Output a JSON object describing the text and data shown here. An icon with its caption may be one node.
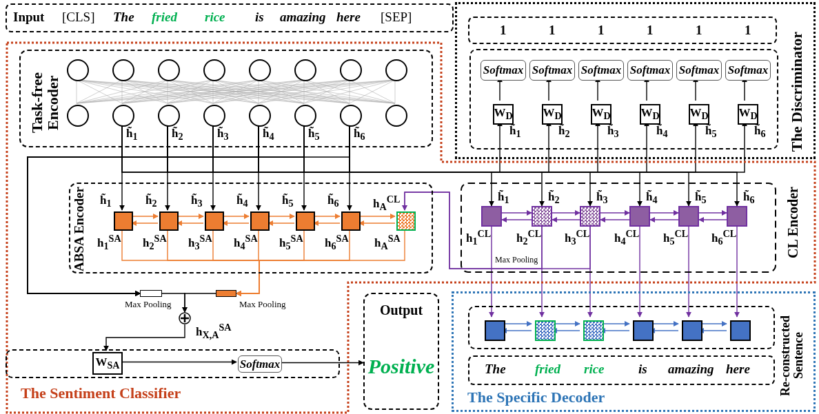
{
  "diagram": {
    "nodes": [
      {
        "text": [
          "Input",
          "[CLS]",
          "The",
          "fried",
          "rice",
          "is",
          "amazing",
          "here",
          "[SEP]"
        ]
      },
      {
        "text": [
          "The Sentiment Classifier"
        ]
      },
      {
        "text": [
          "Task-free Encoder"
        ],
        "in": 1
      },
      {
        "text": [],
        "shape": "circle",
        "in": 2
      },
      {
        "text": [],
        "shape": "circle",
        "in": 2
      },
      {
        "text": [],
        "shape": "circle",
        "in": 2
      },
      {
        "text": [],
        "shape": "circle",
        "in": 2
      },
      {
        "text": [],
        "shape": "circle",
        "in": 2
      },
      {
        "text": [],
        "shape": "circle",
        "in": 2
      },
      {
        "text": [],
        "shape": "circle",
        "in": 2
      },
      {
        "text": [],
        "shape": "circle",
        "in": 2
      },
      {
        "text": [],
        "shape": "circle",
        "in": 2
      },
      {
        "text": [],
        "shape": "circle",
        "in": 2,
        "beside": [
          "h̃$_{1}$"
        ]
      },
      {
        "text": [],
        "shape": "circle",
        "in": 2,
        "beside": [
          "h̃$_{2}$"
        ]
      },
      {
        "text": [],
        "shape": "circle",
        "in": 2,
        "beside": [
          "h̃$_{3}$"
        ]
      },
      {
        "text": [],
        "shape": "circle",
        "in": 2,
        "beside": [
          "h̃$_{4}$"
        ]
      },
      {
        "text": [],
        "shape": "circle",
        "in": 2,
        "beside": [
          "h̃$_{5}$"
        ]
      },
      {
        "text": [],
        "shape": "circle",
        "in": 2,
        "beside": [
          "h̃$_{6}$"
        ]
      },
      {
        "text": [],
        "shape": "circle",
        "in": 2
      },
      {
        "text": [
          "ABSA Encoder"
        ],
        "in": 1
      },
      {
        "text": [],
        "shape": "box",
        "in": 19,
        "beside": [
          "h̃$_{1}$",
          "h$_{1}$$^{SA}$"
        ]
      },
      {
        "text": [],
        "shape": "box",
        "in": 19,
        "beside": [
          "h̃$_{2}$",
          "h$_{2}$$^{SA}$"
        ]
      },
      {
        "text": [],
        "shape": "box",
        "in": 19,
        "beside": [
          "h̃$_{3}$",
          "h$_{3}$$^{SA}$"
        ]
      },
      {
        "text": [],
        "shape": "box",
        "in": 19,
        "beside": [
          "h̃$_{4}$",
          "h$_{4}$$^{SA}$"
        ]
      },
      {
        "text": [],
        "shape": "box",
        "in": 19,
        "beside": [
          "h̃$_{5}$",
          "h$_{5}$$^{SA}$"
        ]
      },
      {
        "text": [],
        "shape": "box",
        "in": 19,
        "beside": [
          "h̃$_{6}$",
          "h$_{6}$$^{SA}$"
        ]
      },
      {
        "text": [],
        "shape": "box",
        "in": 19,
        "beside": [
          "h$_{A}$$^{CL}$",
          "h$_{A}$$^{SA}$"
        ]
      },
      {
        "text": [],
        "shape": "box",
        "in": 1,
        "beside": [
          "Max Pooling"
        ]
      },
      {
        "text": [],
        "shape": "box",
        "in": 1,
        "beside": [
          "Max Pooling"
        ]
      },
      {
        "text": [],
        "shape": "circle",
        "in": 1
      },
      {
        "text": [],
        "shape": "box",
        "in": 1
      },
      {
        "text": [
          "W$_{SA}$"
        ],
        "in": 30
      },
      {
        "text": [
          "Softmax"
        ],
        "in": 30
      },
      {
        "text": [
          "CL Encoder"
        ],
        "in": 1
      },
      {
        "text": [],
        "shape": "box",
        "in": 33,
        "beside": [
          "h̃$_{1}$",
          "h$_{1}$$^{CL}$"
        ]
      },
      {
        "text": [],
        "shape": "box",
        "in": 33,
        "beside": [
          "h̃$_{2}$",
          "h$_{2}$$^{CL}$"
        ]
      },
      {
        "text": [],
        "shape": "box",
        "in": 33,
        "beside": [
          "h̃$_{3}$",
          "h$_{3}$$^{CL}$"
        ]
      },
      {
        "text": [],
        "shape": "box",
        "in": 33,
        "beside": [
          "h̃$_{4}$",
          "h$_{4}$$^{CL}$"
        ]
      },
      {
        "text": [],
        "shape": "box",
        "in": 33,
        "beside": [
          "h̃$_{5}$",
          "h$_{5}$$^{CL}$"
        ]
      },
      {
        "text": [],
        "shape": "box",
        "in": 33,
        "beside": [
          "h̃$_{6}$",
          "h$_{6}$$^{CL}$"
        ]
      },
      {
        "text": [
          "Output",
          "Positive"
        ]
      },
      {
        "text": [
          "The Discriminator"
        ]
      },
      {
        "text": [
          "1",
          "1",
          "1",
          "1",
          "1",
          "1"
        ],
        "in": 41
      },
      {
        "text": [],
        "shape": "box",
        "in": 41
      },
      {
        "text": [
          "Softmax"
        ],
        "in": 43
      },
      {
        "text": [
          "Softmax"
        ],
        "in": 43
      },
      {
        "text": [
          "Softmax"
        ],
        "in": 43
      },
      {
        "text": [
          "Softmax"
        ],
        "in": 43
      },
      {
        "text": [
          "Softmax"
        ],
        "in": 43
      },
      {
        "text": [
          "Softmax"
        ],
        "in": 43
      },
      {
        "text": [
          "W$_{D}$"
        ],
        "in": 43,
        "beside": [
          "h̃$_{1}$"
        ]
      },
      {
        "text": [
          "W$_{D}$"
        ],
        "in": 43,
        "beside": [
          "h̃$_{2}$"
        ]
      },
      {
        "text": [
          "W$_{D}$"
        ],
        "in": 43,
        "beside": [
          "h̃$_{3}$"
        ]
      },
      {
        "text": [
          "W$_{D}$"
        ],
        "in": 43,
        "beside": [
          "h̃$_{4}$"
        ]
      },
      {
        "text": [
          "W$_{D}$"
        ],
        "in": 43,
        "beside": [
          "h̃$_{5}$"
        ]
      },
      {
        "text": [
          "W$_{D}$"
        ],
        "in": 43,
        "beside": [
          "h̃$_{6}$"
        ]
      },
      {
        "text": [
          "The Specific Decoder"
        ]
      },
      {
        "text": [],
        "shape": "box",
        "in": 56
      },
      {
        "text": [],
        "shape": "box",
        "in": 57
      },
      {
        "text": [],
        "shape": "box",
        "in": 57
      },
      {
        "text": [],
        "shape": "box",
        "in": 57
      },
      {
        "text": [],
        "shape": "box",
        "in": 57
      },
      {
        "text": [],
        "shape": "box",
        "in": 57
      },
      {
        "text": [],
        "shape": "box",
        "in": 57
      },
      {
        "text": [
          "The",
          "fried",
          "rice",
          "is",
          "amazing",
          "here"
        ],
        "in": 56,
        "beside": [
          "Re-constructed Sentence"
        ]
      }
    ],
    "edges": [
      {
        "from": 3,
        "to": 11,
        "arrow": "none",
        "color": "#b0b0b0"
      },
      {
        "from": 3,
        "to": 12,
        "arrow": "none",
        "color": "#b0b0b0"
      },
      {
        "from": 3,
        "to": 13,
        "arrow": "none",
        "color": "#b0b0b0"
      },
      {
        "from": 3,
        "to": 14,
        "arrow": "none",
        "color": "#b0b0b0"
      },
      {
        "from": 3,
        "to": 15,
        "arrow": "none",
        "color": "#b0b0b0"
      },
      {
        "from": 3,
        "to": 16,
        "arrow": "none",
        "color": "#b0b0b0"
      },
      {
        "from": 3,
        "to": 17,
        "arrow": "none",
        "color": "#b0b0b0"
      },
      {
        "from": 3,
        "to": 18,
        "arrow": "none",
        "color": "#b0b0b0"
      },
      {
        "from": 4,
        "to": 11,
        "arrow": "none",
        "color": "#b0b0b0"
      },
      {
        "from": 4,
        "to": 12,
        "arrow": "none",
        "color": "#b0b0b0"
      },
      {
        "from": 4,
        "to": 13,
        "arrow": "none",
        "color": "#b0b0b0"
      },
      {
        "from": 4,
        "to": 14,
        "arrow": "none",
        "color": "#b0b0b0"
      },
      {
        "from": 4,
        "to": 15,
        "arrow": "none",
        "color": "#b0b0b0"
      },
      {
        "from": 4,
        "to": 16,
        "arrow": "none",
        "color": "#b0b0b0"
      },
      {
        "from": 4,
        "to": 17,
        "arrow": "none",
        "color": "#b0b0b0"
      },
      {
        "from": 4,
        "to": 18,
        "arrow": "none",
        "color": "#b0b0b0"
      },
      {
        "from": 5,
        "to": 11,
        "arrow": "none",
        "color": "#b0b0b0"
      },
      {
        "from": 5,
        "to": 12,
        "arrow": "none",
        "color": "#b0b0b0"
      },
      {
        "from": 5,
        "to": 13,
        "arrow": "none",
        "color": "#b0b0b0"
      },
      {
        "from": 5,
        "to": 14,
        "arrow": "none",
        "color": "#b0b0b0"
      },
      {
        "from": 5,
        "to": 15,
        "arrow": "none",
        "color": "#b0b0b0"
      },
      {
        "from": 5,
        "to": 16,
        "arrow": "none",
        "color": "#b0b0b0"
      },
      {
        "from": 5,
        "to": 17,
        "arrow": "none",
        "color": "#b0b0b0"
      },
      {
        "from": 5,
        "to": 18,
        "arrow": "none",
        "color": "#b0b0b0"
      },
      {
        "from": 6,
        "to": 11,
        "arrow": "none",
        "color": "#b0b0b0"
      },
      {
        "from": 6,
        "to": 12,
        "arrow": "none",
        "color": "#b0b0b0"
      },
      {
        "from": 6,
        "to": 13,
        "arrow": "none",
        "color": "#b0b0b0"
      },
      {
        "from": 6,
        "to": 14,
        "arrow": "none",
        "color": "#b0b0b0"
      },
      {
        "from": 6,
        "to": 15,
        "arrow": "none",
        "color": "#b0b0b0"
      },
      {
        "from": 6,
        "to": 16,
        "arrow": "none",
        "color": "#b0b0b0"
      },
      {
        "from": 6,
        "to": 17,
        "arrow": "none",
        "color": "#b0b0b0"
      },
      {
        "from": 6,
        "to": 18,
        "arrow": "none",
        "color": "#b0b0b0"
      },
      {
        "from": 7,
        "to": 11,
        "arrow": "none",
        "color": "#b0b0b0"
      },
      {
        "from": 7,
        "to": 12,
        "arrow": "none",
        "color": "#b0b0b0"
      },
      {
        "from": 7,
        "to": 13,
        "arrow": "none",
        "color": "#b0b0b0"
      },
      {
        "from": 7,
        "to": 14,
        "arrow": "none",
        "color": "#b0b0b0"
      },
      {
        "from": 7,
        "to": 15,
        "arrow": "none",
        "color": "#b0b0b0"
      },
      {
        "from": 7,
        "to": 16,
        "arrow": "none",
        "color": "#b0b0b0"
      },
      {
        "from": 7,
        "to": 17,
        "arrow": "none",
        "color": "#b0b0b0"
      },
      {
        "from": 7,
        "to": 18,
        "arrow": "none",
        "color": "#b0b0b0"
      },
      {
        "from": 8,
        "to": 11,
        "arrow": "none",
        "color": "#b0b0b0"
      },
      {
        "from": 8,
        "to": 12,
        "arrow": "none",
        "color": "#b0b0b0"
      },
      {
        "from": 8,
        "to": 13,
        "arrow": "none",
        "color": "#b0b0b0"
      },
      {
        "from": 8,
        "to": 14,
        "arrow": "none",
        "color": "#b0b0b0"
      },
      {
        "from": 8,
        "to": 15,
        "arrow": "none",
        "color": "#b0b0b0"
      },
      {
        "from": 8,
        "to": 16,
        "arrow": "none",
        "color": "#b0b0b0"
      },
      {
        "from": 8,
        "to": 17,
        "arrow": "none",
        "color": "#b0b0b0"
      },
      {
        "from": 8,
        "to": 18,
        "arrow": "none",
        "color": "#b0b0b0"
      },
      {
        "from": 9,
        "to": 11,
        "arrow": "none",
        "color": "#b0b0b0"
      },
      {
        "from": 9,
        "to": 12,
        "arrow": "none",
        "color": "#b0b0b0"
      },
      {
        "from": 9,
        "to": 13,
        "arrow": "none",
        "color": "#b0b0b0"
      },
      {
        "from": 9,
        "to": 14,
        "arrow": "none",
        "color": "#b0b0b0"
      },
      {
        "from": 9,
        "to": 15,
        "arrow": "none",
        "color": "#b0b0b0"
      },
      {
        "from": 9,
        "to": 16,
        "arrow": "none",
        "color": "#b0b0b0"
      },
      {
        "from": 9,
        "to": 17,
        "arrow": "none",
        "color": "#b0b0b0"
      },
      {
        "from": 9,
        "to": 18,
        "arrow": "none",
        "color": "#b0b0b0"
      },
      {
        "from": 10,
        "to": 11,
        "arrow": "none",
        "color": "#b0b0b0"
      },
      {
        "from": 10,
        "to": 12,
        "arrow": "none",
        "color": "#b0b0b0"
      },
      {
        "from": 10,
        "to": 13,
        "arrow": "none",
        "color": "#b0b0b0"
      },
      {
        "from": 10,
        "to": 14,
        "arrow": "none",
        "color": "#b0b0b0"
      },
      {
        "from": 10,
        "to": 15,
        "arrow": "none",
        "color": "#b0b0b0"
      },
      {
        "from": 10,
        "to": 16,
        "arrow": "none",
        "color": "#b0b0b0"
      },
      {
        "from": 10,
        "to": 17,
        "arrow": "none",
        "color": "#b0b0b0"
      },
      {
        "from": 10,
        "to": 18,
        "arrow": "none",
        "color": "#b0b0b0"
      },
      {
        "from": 12,
        "to": 20,
        "arrow": "to",
        "color": "#000000"
      },
      {
        "from": 13,
        "to": 21,
        "arrow": "to",
        "color": "#000000"
      },
      {
        "from": 14,
        "to": 22,
        "arrow": "to",
        "color": "#000000"
      },
      {
        "from": 15,
        "to": 23,
        "arrow": "to",
        "color": "#000000"
      },
      {
        "from": 16,
        "to": 24,
        "arrow": "to",
        "color": "#000000"
      },
      {
        "from": 17,
        "to": 25,
        "arrow": "to",
        "color": "#000000"
      },
      {
        "from": 12,
        "to": 27,
        "arrow": "to",
        "color": "#000000"
      },
      {
        "from": 13,
        "to": 27,
        "arrow": "to",
        "color": "#000000"
      },
      {
        "from": 14,
        "to": 27,
        "arrow": "to",
        "color": "#000000"
      },
      {
        "from": 15,
        "to": 27,
        "arrow": "to",
        "color": "#000000"
      },
      {
        "from": 16,
        "to": 27,
        "arrow": "to",
        "color": "#000000"
      },
      {
        "from": 17,
        "to": 27,
        "arrow": "to",
        "color": "#000000"
      },
      {
        "from": 12,
        "to": 34,
        "arrow": "to",
        "color": "#000000"
      },
      {
        "from": 13,
        "to": 35,
        "arrow": "to",
        "color": "#000000"
      },
      {
        "from": 14,
        "to": 36,
        "arrow": "to",
        "color": "#000000"
      },
      {
        "from": 15,
        "to": 37,
        "arrow": "to",
        "color": "#000000"
      },
      {
        "from": 16,
        "to": 38,
        "arrow": "to",
        "color": "#000000"
      },
      {
        "from": 17,
        "to": 39,
        "arrow": "to",
        "color": "#000000"
      },
      {
        "from": 12,
        "to": 50,
        "arrow": "to",
        "color": "#000000"
      },
      {
        "from": 13,
        "to": 51,
        "arrow": "to",
        "color": "#000000"
      },
      {
        "from": 14,
        "to": 52,
        "arrow": "to",
        "color": "#000000"
      },
      {
        "from": 15,
        "to": 53,
        "arrow": "to",
        "color": "#000000"
      },
      {
        "from": 16,
        "to": 54,
        "arrow": "to",
        "color": "#000000"
      },
      {
        "from": 17,
        "to": 55,
        "arrow": "to",
        "color": "#000000"
      },
      {
        "from": 20,
        "to": 21,
        "arrow": "to",
        "color": "#ed7d31"
      },
      {
        "from": 21,
        "to": 20,
        "arrow": "to",
        "color": "#ed7d31"
      },
      {
        "from": 21,
        "to": 22,
        "arrow": "to",
        "color": "#ed7d31"
      },
      {
        "from": 22,
        "to": 21,
        "arrow": "to",
        "color": "#ed7d31"
      },
      {
        "from": 22,
        "to": 23,
        "arrow": "to",
        "color": "#ed7d31"
      },
      {
        "from": 23,
        "to": 22,
        "arrow": "to",
        "color": "#ed7d31"
      },
      {
        "from": 23,
        "to": 24,
        "arrow": "to",
        "color": "#ed7d31"
      },
      {
        "from": 24,
        "to": 23,
        "arrow": "to",
        "color": "#ed7d31"
      },
      {
        "from": 24,
        "to": 25,
        "arrow": "to",
        "color": "#ed7d31"
      },
      {
        "from": 25,
        "to": 24,
        "arrow": "to",
        "color": "#ed7d31"
      },
      {
        "from": 25,
        "to": 26,
        "arrow": "to",
        "color": "#ed7d31"
      },
      {
        "from": 26,
        "to": 25,
        "arrow": "to",
        "color": "#ed7d31"
      },
      {
        "from": 20,
        "to": 28,
        "arrow": "to",
        "color": "#ed7d31"
      },
      {
        "from": 21,
        "to": 28,
        "arrow": "to",
        "color": "#ed7d31"
      },
      {
        "from": 22,
        "to": 28,
        "arrow": "to",
        "color": "#ed7d31"
      },
      {
        "from": 23,
        "to": 28,
        "arrow": "to",
        "color": "#ed7d31"
      },
      {
        "from": 24,
        "to": 28,
        "arrow": "to",
        "color": "#ed7d31"
      },
      {
        "from": 25,
        "to": 28,
        "arrow": "to",
        "color": "#ed7d31"
      },
      {
        "from": 26,
        "to": 28,
        "arrow": "to",
        "color": "#ed7d31"
      },
      {
        "from": 27,
        "to": 29,
        "arrow": "to",
        "color": "#000000"
      },
      {
        "from": 28,
        "to": 29,
        "arrow": "to",
        "color": "#000000"
      },
      {
        "from": 29,
        "to": 31,
        "arrow": "to",
        "label": "h$_{X,A}$$^{SA}$",
        "color": "#000000"
      },
      {
        "from": 31,
        "to": 32,
        "arrow": "to",
        "color": "#000000"
      },
      {
        "from": 32,
        "to": 40,
        "arrow": "to",
        "color": "#000000"
      },
      {
        "from": 34,
        "to": 35,
        "arrow": "to",
        "color": "#7030a0"
      },
      {
        "from": 35,
        "to": 34,
        "arrow": "to",
        "color": "#7030a0"
      },
      {
        "from": 35,
        "to": 36,
        "arrow": "to",
        "color": "#7030a0"
      },
      {
        "from": 36,
        "to": 35,
        "arrow": "to",
        "color": "#7030a0"
      },
      {
        "from": 36,
        "to": 37,
        "arrow": "to",
        "color": "#7030a0"
      },
      {
        "from": 37,
        "to": 36,
        "arrow": "to",
        "color": "#7030a0"
      },
      {
        "from": 37,
        "to": 38,
        "arrow": "to",
        "color": "#7030a0"
      },
      {
        "from": 38,
        "to": 37,
        "arrow": "to",
        "color": "#7030a0"
      },
      {
        "from": 38,
        "to": 39,
        "arrow": "to",
        "color": "#7030a0"
      },
      {
        "from": 39,
        "to": 38,
        "arrow": "to",
        "color": "#7030a0"
      },
      {
        "from": 34,
        "to": 58,
        "arrow": "to",
        "color": "#7030a0"
      },
      {
        "from": 35,
        "to": 59,
        "arrow": "to",
        "color": "#7030a0"
      },
      {
        "from": 36,
        "to": 60,
        "arrow": "to",
        "color": "#7030a0"
      },
      {
        "from": 37,
        "to": 61,
        "arrow": "to",
        "color": "#7030a0"
      },
      {
        "from": 38,
        "to": 62,
        "arrow": "to",
        "color": "#7030a0"
      },
      {
        "from": 39,
        "to": 63,
        "arrow": "to",
        "color": "#7030a0"
      },
      {
        "from": 35,
        "to": 26,
        "arrow": "to",
        "color": "#7030a0"
      },
      {
        "from": 36,
        "to": 26,
        "arrow": "to",
        "color": "#7030a0"
      },
      {
        "from": 50,
        "to": 44,
        "arrow": "to",
        "color": "#000000"
      },
      {
        "from": 51,
        "to": 45,
        "arrow": "to",
        "color": "#000000"
      },
      {
        "from": 52,
        "to": 46,
        "arrow": "to",
        "color": "#000000"
      },
      {
        "from": 53,
        "to": 47,
        "arrow": "to",
        "color": "#000000"
      },
      {
        "from": 54,
        "to": 48,
        "arrow": "to",
        "color": "#000000"
      },
      {
        "from": 55,
        "to": 49,
        "arrow": "to",
        "color": "#000000"
      },
      {
        "from": 58,
        "to": 59,
        "arrow": "to",
        "color": "#4472c4"
      },
      {
        "from": 59,
        "to": 58,
        "arrow": "to",
        "color": "#4472c4"
      },
      {
        "from": 59,
        "to": 60,
        "arrow": "to",
        "color": "#4472c4"
      },
      {
        "from": 60,
        "to": 59,
        "arrow": "to",
        "color": "#4472c4"
      },
      {
        "from": 60,
        "to": 61,
        "arrow": "to",
        "color": "#4472c4"
      },
      {
        "from": 61,
        "to": 60,
        "arrow": "to",
        "color": "#4472c4"
      },
      {
        "from": 61,
        "to": 62,
        "arrow": "to",
        "color": "#4472c4"
      },
      {
        "from": 62,
        "to": 61,
        "arrow": "to",
        "color": "#4472c4"
      },
      {
        "from": 62,
        "to": 63,
        "arrow": "to",
        "color": "#4472c4"
      },
      {
        "from": 63,
        "to": 62,
        "arrow": "to",
        "color": "#4472c4"
      }
    ],
    "labels": [
      "Max Pooling"
    ]
  }
}
